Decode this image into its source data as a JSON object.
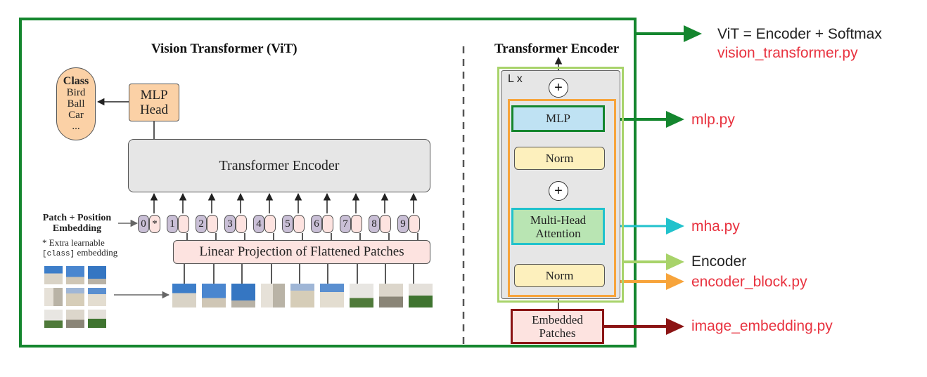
{
  "vit": {
    "title": "Vision Transformer (ViT)",
    "class_box": {
      "title": "Class",
      "items": [
        "Bird",
        "Ball",
        "Car",
        "..."
      ]
    },
    "mlp_head": [
      "MLP",
      "Head"
    ],
    "transformer_encoder": "Transformer Encoder",
    "patch_position_label": [
      "Patch + Position",
      "Embedding"
    ],
    "extra_note": "* Extra learnable",
    "extra_note_mono": "[class]",
    "extra_note_tail": " embedding",
    "tokens": [
      "0",
      "1",
      "2",
      "3",
      "4",
      "5",
      "6",
      "7",
      "8",
      "9"
    ],
    "class_token_marker": "*",
    "linear_projection": "Linear Projection of Flattened Patches"
  },
  "encoder": {
    "title": "Transformer Encoder",
    "repeat": "L x",
    "mlp": "MLP",
    "norm_top": "Norm",
    "mha": [
      "Multi-Head",
      "Attention"
    ],
    "norm_bottom": "Norm",
    "embedded_patches": [
      "Embedded",
      "Patches"
    ],
    "plus": "+"
  },
  "annotations": {
    "vit_formula": "ViT = Encoder + Softmax",
    "vit_file": "vision_transformer.py",
    "mlp_file": "mlp.py",
    "mha_file": "mha.py",
    "encoder_label": "Encoder",
    "encoder_block_file": "encoder_block.py",
    "embedding_file": "image_embedding.py"
  },
  "colors": {
    "vit_frame": "#14862e",
    "mlp_arrow": "#14862e",
    "mha_arrow": "#21c2cc",
    "encoder_arrow": "#a8d36a",
    "encoder_block_arrow": "#f7a43b",
    "embedding_arrow": "#8b1414",
    "file_text": "#e8323f"
  }
}
